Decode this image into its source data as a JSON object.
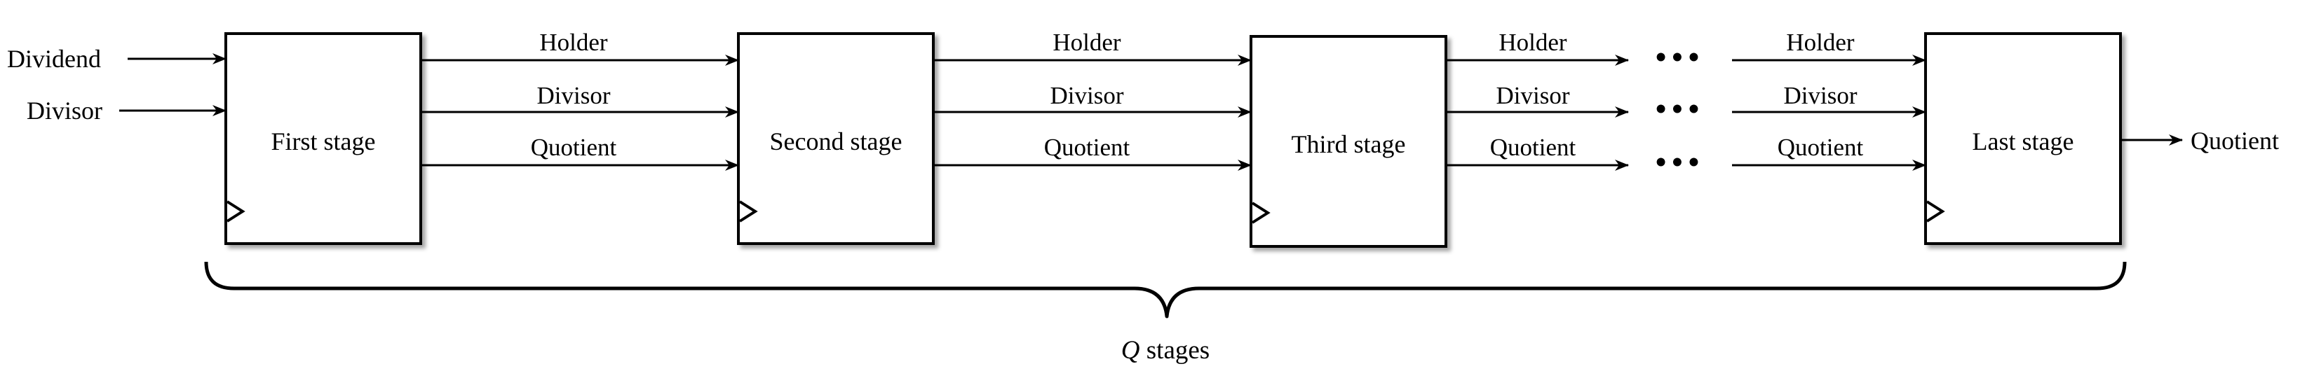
{
  "inputs": {
    "dividend": "Dividend",
    "divisor": "Divisor"
  },
  "output": {
    "quotient": "Quotient"
  },
  "stages": [
    {
      "label": "First stage"
    },
    {
      "label": "Second stage"
    },
    {
      "label": "Third stage"
    },
    {
      "label": "Last stage"
    }
  ],
  "signals": {
    "holder": "Holder",
    "divisor": "Divisor",
    "quotient": "Quotient"
  },
  "ellipsis": "•••",
  "caption": {
    "symbol": "Q",
    "text": " stages"
  },
  "colors": {
    "line": "#000000",
    "background": "#ffffff"
  }
}
